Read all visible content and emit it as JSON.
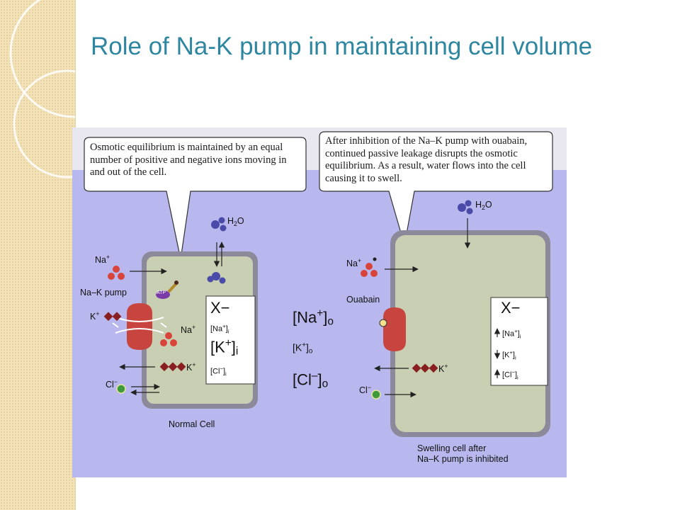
{
  "slide": {
    "title": "Role of Na-K pump in maintaining cell volume"
  },
  "diagram": {
    "left_callout": "Osmotic equilibrium is maintained by an equal number of positive and negative ions moving in and out of the cell.",
    "right_callout": "After inhibition of the Na–K pump with ouabain, continued passive leakage disrupts the osmotic equilibrium. As a result, water flows into the cell causing it to swell.",
    "left_cell": {
      "caption": "Normal Cell",
      "h2o": "H",
      "h2o_sub": "2",
      "h2o_end": "O",
      "na_label": "Na",
      "na_sup": "+",
      "pump_label": "Na–K pump",
      "k_label": "K",
      "k_sup": "+",
      "atp": "ATP",
      "na_inner": "Na",
      "na_inner_sup": "+",
      "k_out": "K",
      "k_out_sup": "+",
      "cl_label": "Cl",
      "cl_sup": "−",
      "box_x": "X−",
      "box_na": "[Na",
      "box_na_sup": "+",
      "box_na_end": "]",
      "box_na_sub": "i",
      "box_k": "[K",
      "box_k_sup": "+",
      "box_k_end": "]",
      "box_k_sub": "i",
      "box_cl": "[Cl",
      "box_cl_sup": "−",
      "box_cl_end": "]",
      "box_cl_sub": "i"
    },
    "outside": {
      "na": "[Na",
      "na_sup": "+",
      "na_end": "]",
      "na_sub": "o",
      "k": "[K",
      "k_sup": "+",
      "k_end": "]",
      "k_sub": "o",
      "cl": "[Cl",
      "cl_sup": "–",
      "cl_end": "]",
      "cl_sub": "o"
    },
    "right_cell": {
      "caption_line1": "Swelling cell after",
      "caption_line2": "Na–K pump is inhibited",
      "h2o": "H",
      "h2o_sub": "2",
      "h2o_end": "O",
      "na_label": "Na",
      "na_sup": "+",
      "ouabain": "Ouabain",
      "k_label": "K",
      "k_sup": "+",
      "cl_label": "Cl",
      "cl_sup": "−",
      "box_x": "X−",
      "box_na": "[Na",
      "box_na_sup": "+",
      "box_na_end": "]",
      "box_na_sub": "i",
      "box_k": "[K",
      "box_k_sup": "+",
      "box_k_end": "]",
      "box_k_sub": "i",
      "box_cl": "[Cl",
      "box_cl_sup": "−",
      "box_cl_end": "]",
      "box_cl_sub": "i"
    },
    "colors": {
      "background": "#b8b8ee",
      "cell_fill": "#c8cfb2",
      "cell_border": "#8c8a9a",
      "sodium": "#d9443a",
      "potassium": "#8a1f22",
      "chloride": "#3e9a3a",
      "water": "#4a4aa8",
      "pump": "#c8443e"
    }
  }
}
